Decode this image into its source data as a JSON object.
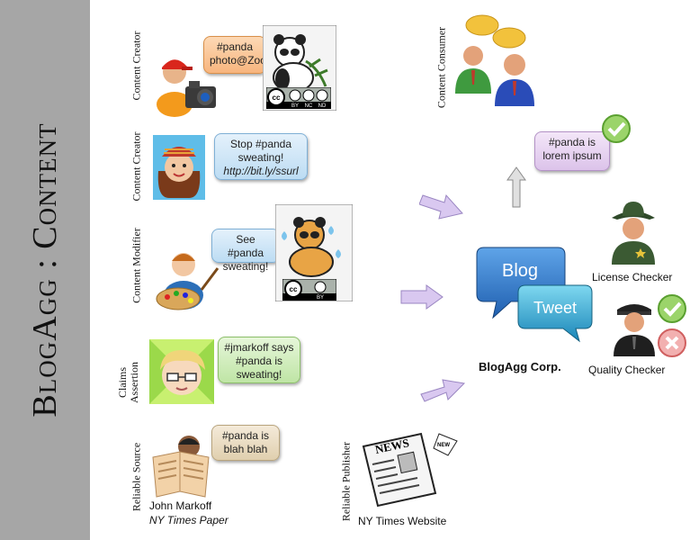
{
  "title": "BlogAgg : Content",
  "roles": {
    "creator1": "Content Creator",
    "creator2": "Content Creator",
    "modifier": "Content Modifier",
    "claims_line1": "Claims",
    "claims_line2": "Assertion",
    "reliable_source": "Reliable Source",
    "reliable_publisher": "Reliable Publisher",
    "consumer": "Content Consumer"
  },
  "bubbles": {
    "b1_line1": "#panda",
    "b1_line2": "photo@Zoo",
    "b2_line1": "Stop #panda",
    "b2_line2": "sweating!",
    "b2_line3": "http://bit.ly/ssurl",
    "b3_line1": "See #panda",
    "b3_line2": "sweating!",
    "b4_line1": "#jmarkoff says",
    "b4_line2": "#panda is",
    "b4_line3": "sweating!",
    "b5_line1": "#panda is",
    "b5_line2": "blah blah",
    "b6_line1": "#panda is",
    "b6_line2": "lorem ipsum"
  },
  "captions": {
    "source_name": "John Markoff",
    "source_pub": "NY Times Paper",
    "publisher_name": "NY Times Website",
    "newspaper_text": "NEWS",
    "stamp_text": "NEW"
  },
  "hub": {
    "blog": "Blog",
    "tweet": "Tweet",
    "corp": "BlogAgg Corp."
  },
  "checkers": {
    "license": "License Checker",
    "quality": "Quality Checker"
  },
  "cc": {
    "cc": "cc",
    "by": "BY",
    "nc": "NC",
    "nd": "ND"
  }
}
